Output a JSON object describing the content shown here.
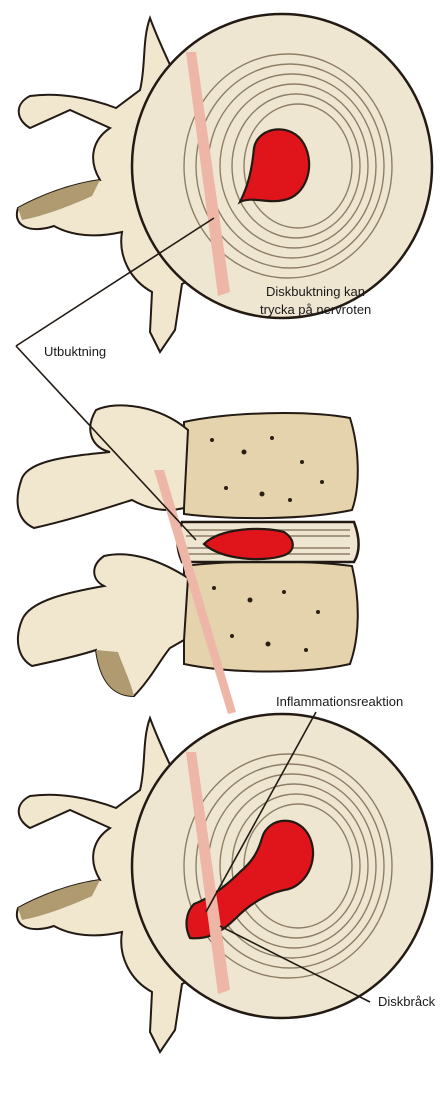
{
  "labels": {
    "disc_bulge_line1": "Diskbuktning kan",
    "disc_bulge_line2": "trycka på nervroten",
    "bulge": "Utbuktning",
    "inflammation": "Inflammationsreaktion",
    "herniation": "Diskbråck"
  },
  "colors": {
    "bone": "#f1e7cf",
    "bone_shadow": "#b09a70",
    "outline": "#231a14",
    "disc_fill": "#efe6d1",
    "disc_ring": "#8e7e66",
    "nucleus": "#e0141b",
    "spinal_cord": "#e27a17",
    "nerve_root": "#eeb6a7",
    "vertebra_body": "#e4d3ac",
    "pore": "#2a1f14"
  }
}
